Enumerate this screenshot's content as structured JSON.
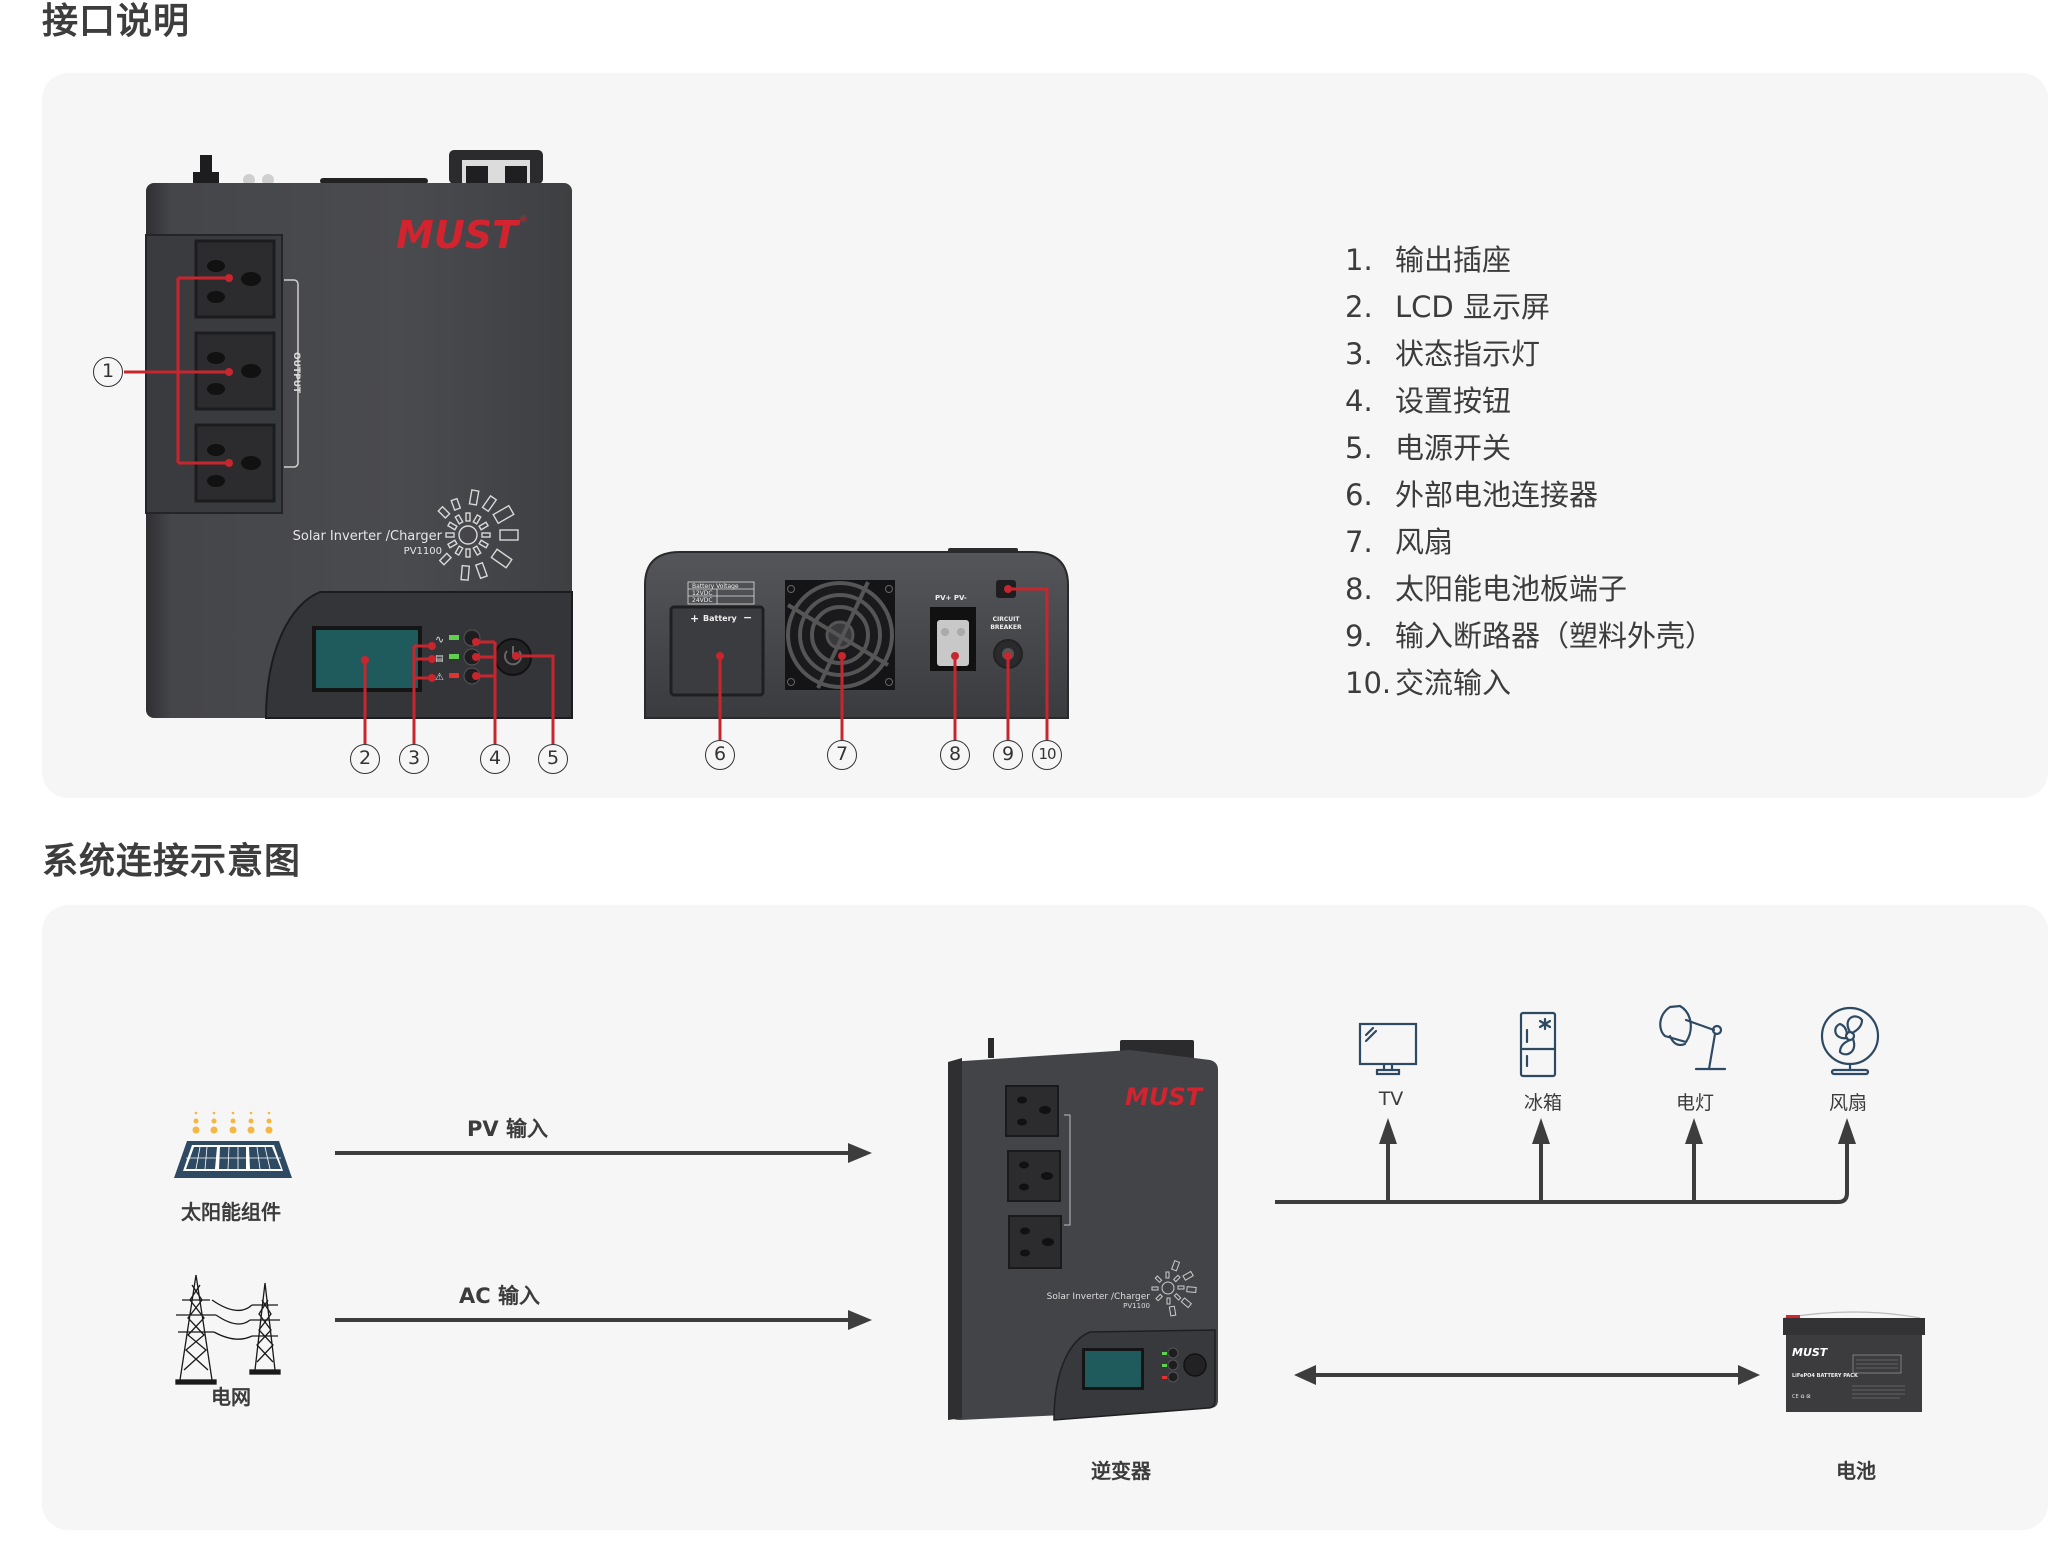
{
  "sections": {
    "interface": {
      "title": "接口说明"
    },
    "system": {
      "title": "系统连接示意图"
    }
  },
  "colors": {
    "brand_red": "#d2232e",
    "callout_red": "#c8262e",
    "panel_bg": "#f6f6f6",
    "device_body": "#3f3f42",
    "lcd": "#1f5a5c",
    "icon_blue": "#2e4a63",
    "solar_dots": "#f5b740",
    "arrow": "#3d3d3d"
  },
  "front_device": {
    "brand": "MUST",
    "registered": "®",
    "output_label": "OUTPUT",
    "product_line": "Solar Inverter /Charger",
    "model": "PV1100",
    "leds": [
      "green",
      "green",
      "red"
    ]
  },
  "rear_device": {
    "battery_voltage_header": "Battery Voltage",
    "battery_voltage_rows": [
      "12VDC",
      "24VDC"
    ],
    "battery_label": "Battery",
    "plus": "+",
    "minus": "−",
    "pv_label": "PV+  PV-",
    "breaker_label_1": "CIRCUIT",
    "breaker_label_2": "BREAKER"
  },
  "callouts": [
    "1",
    "2",
    "3",
    "4",
    "5",
    "6",
    "7",
    "8",
    "9",
    "10"
  ],
  "components": [
    {
      "num": "1.",
      "label": "输出插座"
    },
    {
      "num": "2.",
      "label": "LCD 显示屏"
    },
    {
      "num": "3.",
      "label": "状态指示灯"
    },
    {
      "num": "4.",
      "label": "设置按钮"
    },
    {
      "num": "5.",
      "label": "电源开关"
    },
    {
      "num": "6.",
      "label": "外部电池连接器"
    },
    {
      "num": "7.",
      "label": "风扇"
    },
    {
      "num": "8.",
      "label": "太阳能电池板端子"
    },
    {
      "num": "9.",
      "label": "输入断路器（塑料外壳）"
    },
    {
      "num": "10.",
      "label": "交流输入"
    }
  ],
  "diagram": {
    "solar_label": "太阳能组件",
    "grid_label": "电网",
    "pv_input": "PV 输入",
    "ac_input": "AC 输入",
    "inverter_label": "逆变器",
    "battery_label": "电池",
    "battery_brand": "MUST",
    "battery_pack_text": "LiFePO4 BATTERY PACK",
    "loads": [
      {
        "icon": "tv-icon",
        "label": "TV"
      },
      {
        "icon": "fridge-icon",
        "label": "冰箱"
      },
      {
        "icon": "lamp-icon",
        "label": "电灯"
      },
      {
        "icon": "fan-icon",
        "label": "风扇"
      }
    ]
  }
}
